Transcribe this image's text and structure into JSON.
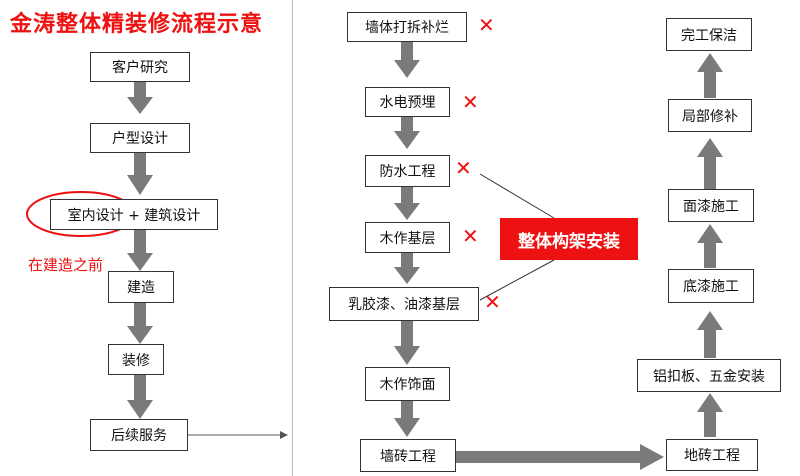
{
  "title": "金涛整体精装修流程示意",
  "left_flow": [
    "客户研究",
    "户型设计",
    "室内设计 + 建筑设计",
    "建造",
    "装修",
    "后续服务"
  ],
  "left_note": "在建造之前",
  "middle_flow": [
    "墙体打拆补烂",
    "水电预埋",
    "防水工程",
    "木作基层",
    "乳胶漆、油漆基层",
    "木作饰面",
    "墙砖工程"
  ],
  "cross_mark": "✕",
  "frame_install_label": "整体构架安装",
  "right_flow": [
    "地砖工程",
    "铝扣板、五金安装",
    "底漆施工",
    "面漆施工",
    "局部修补",
    "完工保洁"
  ],
  "colors": {
    "accent_red": "#ee1111",
    "arrow_gray": "#7a7a7a",
    "box_border": "#333333"
  }
}
